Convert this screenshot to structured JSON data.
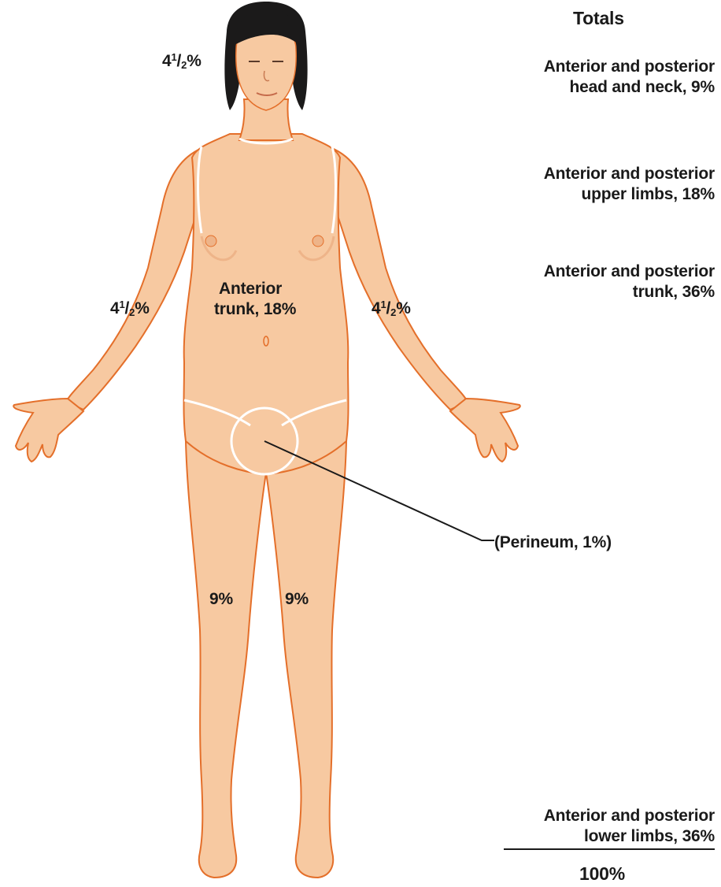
{
  "totals": {
    "heading": "Totals",
    "head_neck": [
      "Anterior and posterior",
      "head and neck, 9%"
    ],
    "upper_limbs": [
      "Anterior and posterior",
      "upper limbs, 18%"
    ],
    "trunk": [
      "Anterior and posterior",
      "trunk, 36%"
    ],
    "lower_limbs": [
      "Anterior and posterior",
      "lower limbs, 36%"
    ],
    "sum": "100%"
  },
  "regions": {
    "head": {
      "whole": "4",
      "num": "1",
      "den": "2",
      "unit": "%"
    },
    "right_arm": {
      "whole": "4",
      "num": "1",
      "den": "2",
      "unit": "%"
    },
    "left_arm": {
      "whole": "4",
      "num": "1",
      "den": "2",
      "unit": "%"
    },
    "anterior_trunk": [
      "Anterior",
      "trunk, 18%"
    ],
    "right_leg": "9%",
    "left_leg": "9%",
    "perineum": "(Perineum, 1%)"
  },
  "colors": {
    "skin": "#f7c9a1",
    "skin_shade": "#eeb489",
    "outline": "#e46f2a",
    "hair": "#1b1a1a",
    "zone_border": "#ffffff",
    "text": "#1a1a1a"
  }
}
